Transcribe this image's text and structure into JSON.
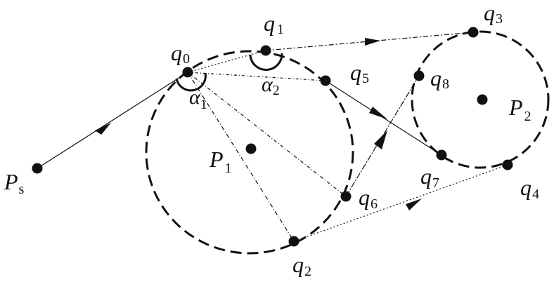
{
  "colors": {
    "ink": "#111111",
    "background": "#ffffff"
  },
  "points": {
    "Ps": {
      "main": "P",
      "sub": "s"
    },
    "P1": {
      "main": "P",
      "sub": "1"
    },
    "P2": {
      "main": "P",
      "sub": "2"
    },
    "q0": {
      "main": "q",
      "sub": "0"
    },
    "q1": {
      "main": "q",
      "sub": "1"
    },
    "q2": {
      "main": "q",
      "sub": "2"
    },
    "q3": {
      "main": "q",
      "sub": "3"
    },
    "q4": {
      "main": "q",
      "sub": "4"
    },
    "q5": {
      "main": "q",
      "sub": "5"
    },
    "q6": {
      "main": "q",
      "sub": "6"
    },
    "q7": {
      "main": "q",
      "sub": "7"
    },
    "q8": {
      "main": "q",
      "sub": "8"
    }
  },
  "angles": {
    "a1": {
      "main": "α",
      "sub": "1"
    },
    "a2": {
      "main": "α",
      "sub": "2"
    }
  }
}
